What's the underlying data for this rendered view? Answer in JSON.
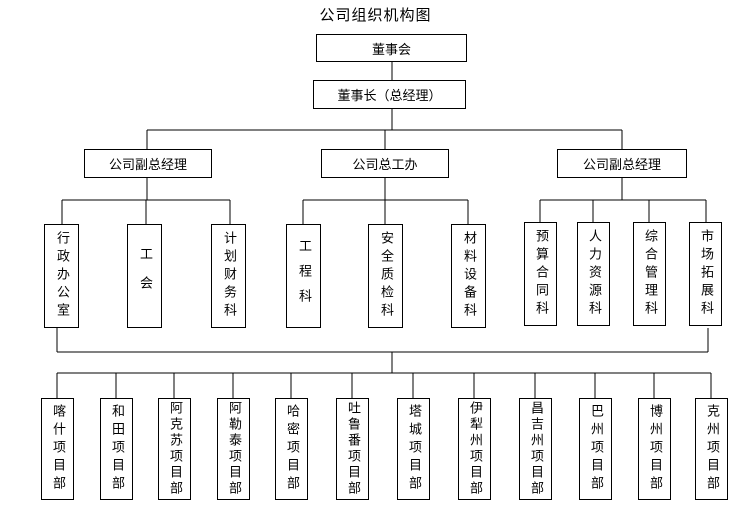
{
  "title": "公司组织机构图",
  "board": "董事会",
  "chairman": "董事长（总经理）",
  "level2": [
    {
      "id": "vp-left",
      "label": "公司副总经理"
    },
    {
      "id": "chief-engineer",
      "label": "公司总工办"
    },
    {
      "id": "vp-right",
      "label": "公司副总经理"
    }
  ],
  "departments": [
    {
      "id": "admin",
      "label": "行政办公室"
    },
    {
      "id": "union",
      "label": "工会"
    },
    {
      "id": "planning-finance",
      "label": "计划财务科"
    },
    {
      "id": "engineering",
      "label": "工程科"
    },
    {
      "id": "safety-quality",
      "label": "安全质检科"
    },
    {
      "id": "materials-equipment",
      "label": "材料设备科"
    },
    {
      "id": "budget-contract",
      "label": "预算合同科"
    },
    {
      "id": "hr",
      "label": "人力资源科"
    },
    {
      "id": "general-management",
      "label": "综合管理科"
    },
    {
      "id": "market-expansion",
      "label": "市场拓展科"
    }
  ],
  "projects": [
    {
      "id": "kashgar",
      "label": "喀什项目部"
    },
    {
      "id": "hotan",
      "label": "和田项目部"
    },
    {
      "id": "aksu",
      "label": "阿克苏项目部"
    },
    {
      "id": "altay",
      "label": "阿勒泰项目部"
    },
    {
      "id": "hami",
      "label": "哈密项目部"
    },
    {
      "id": "turpan",
      "label": "吐鲁番项目部"
    },
    {
      "id": "tacheng",
      "label": "塔城项目部"
    },
    {
      "id": "ili",
      "label": "伊犁州项目部"
    },
    {
      "id": "changji",
      "label": "昌吉州项目部"
    },
    {
      "id": "bayingol",
      "label": "巴州项目部"
    },
    {
      "id": "bortala",
      "label": "博州项目部"
    },
    {
      "id": "kizilsu",
      "label": "克州项目部"
    }
  ]
}
